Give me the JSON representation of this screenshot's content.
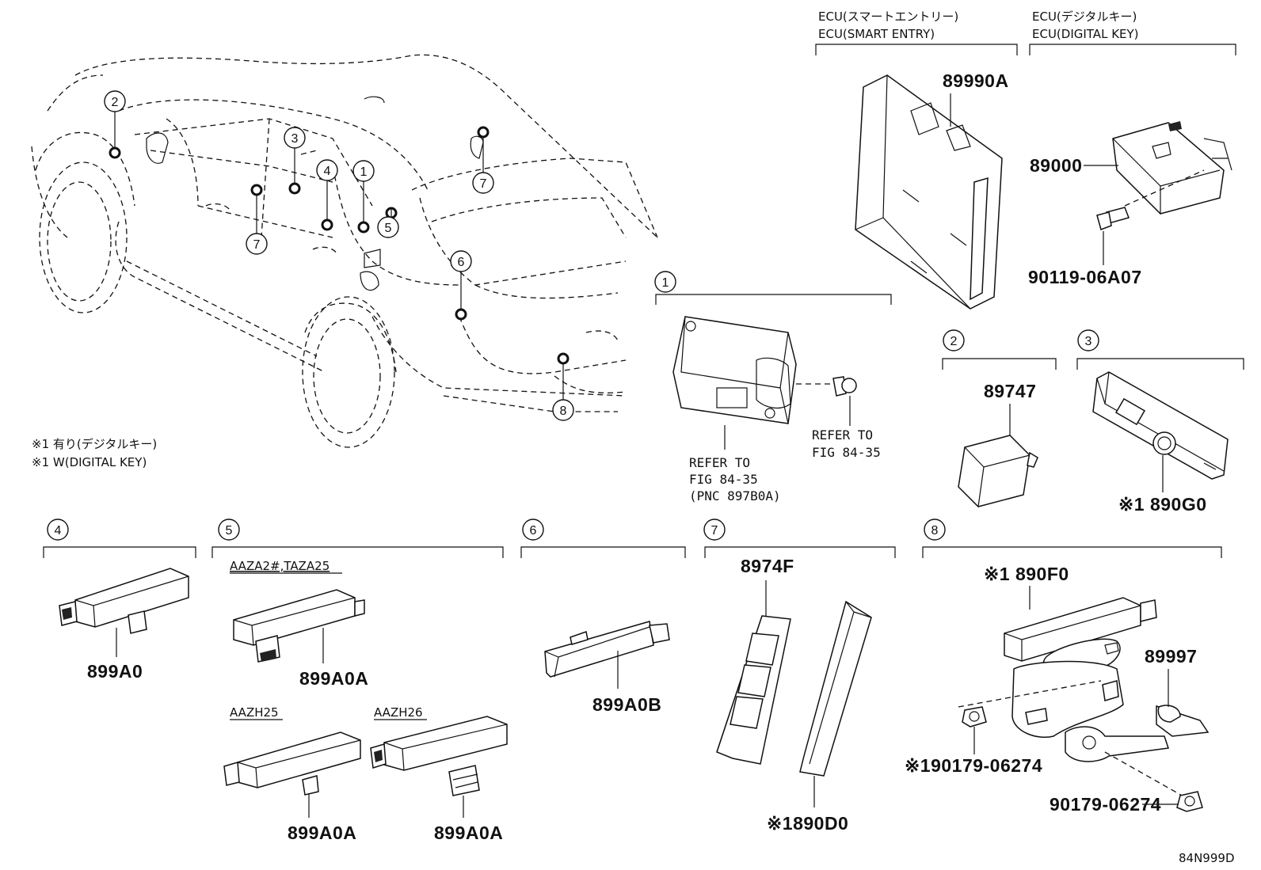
{
  "headers": {
    "smart_entry_jp": "ECU(スマートエントリー)",
    "smart_entry_en": "ECU(SMART ENTRY)",
    "digital_key_jp": "ECU(デジタルキー)",
    "digital_key_en": "ECU(DIGITAL KEY)"
  },
  "note": {
    "line1": "※1 有り(デジタルキー)",
    "line2": "※1 W(DIGITAL KEY)"
  },
  "callouts": [
    "1",
    "2",
    "3",
    "4",
    "5",
    "6",
    "7",
    "8"
  ],
  "car_callouts": {
    "c2": "2",
    "c3": "3",
    "c4": "4",
    "c1": "1",
    "c5": "5",
    "c6": "6",
    "c7a": "7",
    "c7b": "7",
    "c8": "8"
  },
  "parts": {
    "p89990A": "89990A",
    "p89000": "89000",
    "p90119": "90119-06A07",
    "p89747": "89747",
    "p890G0": "※1 890G0",
    "p899A0": "899A0",
    "p899A0A_1": "899A0A",
    "p899A0A_2": "899A0A",
    "p899A0A_3": "899A0A",
    "p899A0B": "899A0B",
    "p8974F": "8974F",
    "p890D0": "※1890D0",
    "p890F0": "※1 890F0",
    "p89997": "89997",
    "p90179_a": "※190179-06274",
    "p90179_b": "90179-06274"
  },
  "refer": {
    "left_1": "REFER TO",
    "left_2": "FIG 84-35",
    "left_3": "(PNC 897B0A)",
    "right_1": "REFER TO",
    "right_2": "FIG 84-35"
  },
  "variants": {
    "v1": "AAZA2#,TAZA25",
    "v2": "AAZH25",
    "v3": "AAZH26"
  },
  "diagram_code": "84N999D"
}
